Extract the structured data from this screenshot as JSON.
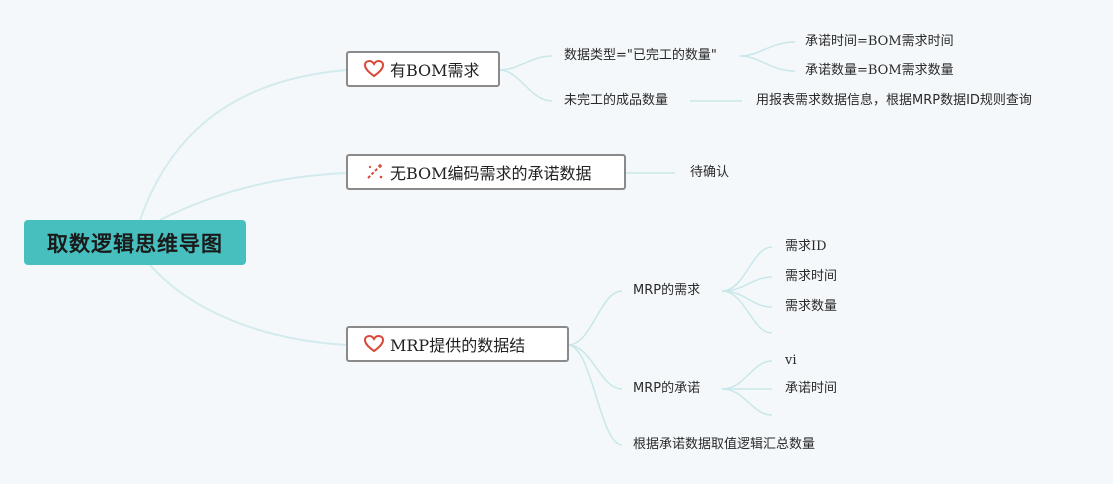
{
  "root": {
    "label": "取数逻辑思维导图"
  },
  "branches": [
    {
      "label": "有BOM需求",
      "icon": "heart-icon",
      "children": [
        {
          "label": "数据类型=\"已完工的数量\"",
          "children": [
            {
              "label": "承诺时间=BOM需求时间"
            },
            {
              "label": "承诺数量=BOM需求数量"
            }
          ]
        },
        {
          "label": "未完工的成品数量",
          "children": [
            {
              "label": "用报表需求数据信息，根据MRP数据ID规则查询"
            }
          ]
        }
      ]
    },
    {
      "label": "无BOM编码需求的承诺数据",
      "icon": "magic-wand-icon",
      "children": [
        {
          "label": "待确认"
        }
      ]
    },
    {
      "label": "MRP提供的数据结",
      "icon": "heart-icon",
      "children": [
        {
          "label": "MRP的需求",
          "children": [
            {
              "label": "需求ID"
            },
            {
              "label": "需求时间"
            },
            {
              "label": "需求数量"
            },
            {
              "label": ""
            }
          ]
        },
        {
          "label": "MRP的承诺",
          "children": [
            {
              "label": "vi"
            },
            {
              "label": "承诺时间"
            },
            {
              "label": ""
            }
          ]
        },
        {
          "label": "根据承诺数据取值逻辑汇总数量"
        }
      ]
    }
  ],
  "colors": {
    "background": "#f4f8fa",
    "root_fill": "#47bfbf",
    "connector": "#c9e7ea",
    "icon_red": "#d9493a",
    "topic_border": "#8a8a8a"
  }
}
